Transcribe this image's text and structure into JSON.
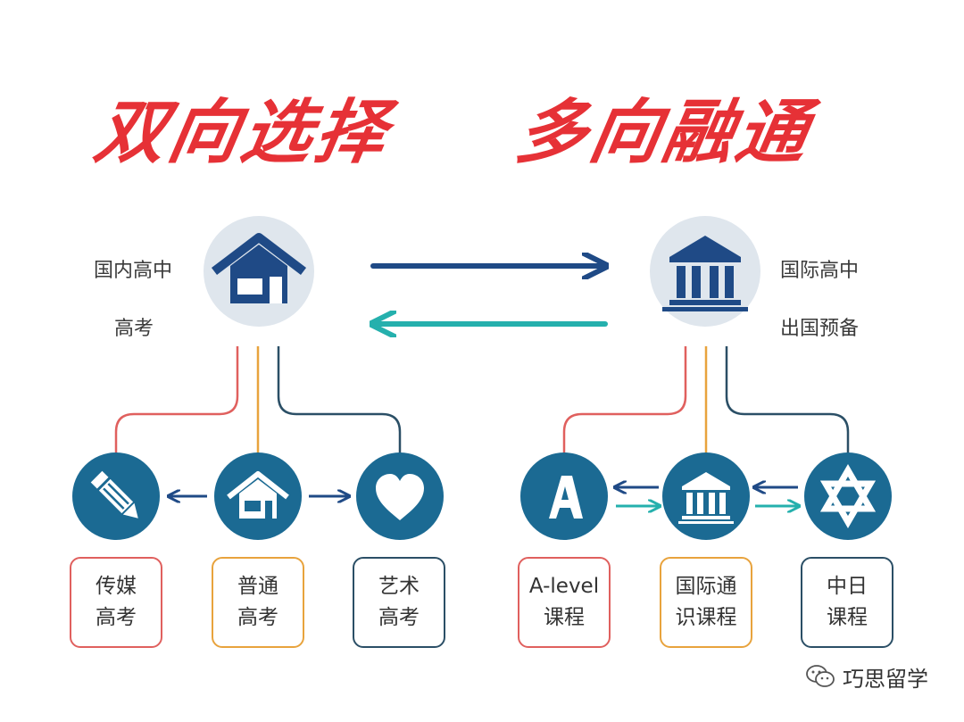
{
  "title": {
    "left": "双向选择",
    "right": "多向融通"
  },
  "domestic": {
    "label_top": "国内高中",
    "label_bottom": "高考",
    "icon": "house-icon"
  },
  "international": {
    "label_top": "国际高中",
    "label_bottom": "出国预备",
    "icon": "institution-icon"
  },
  "domestic_tracks": [
    {
      "line1": "传媒",
      "line2": "高考",
      "icon": "pencil-icon",
      "color": "#e0605e"
    },
    {
      "line1": "普通",
      "line2": "高考",
      "icon": "house-icon",
      "color": "#e8a33d"
    },
    {
      "line1": "艺术",
      "line2": "高考",
      "icon": "heart-icon",
      "color": "#2b4f66"
    }
  ],
  "international_tracks": [
    {
      "line1": "A-level",
      "line2": "课程",
      "icon": "letter-a-icon",
      "color": "#e0605e"
    },
    {
      "line1": "国际通",
      "line2": "识课程",
      "icon": "institution-icon",
      "color": "#e8a33d"
    },
    {
      "line1": "中日",
      "line2": "课程",
      "icon": "star-of-david-icon",
      "color": "#2b4f66"
    }
  ],
  "colors": {
    "accent_red": "#e63136",
    "navy": "#1f4a86",
    "teal": "#25b0ad",
    "circle_blue": "#1b6a93",
    "circle_light": "#dfe6ed",
    "line_red": "#e0605e",
    "line_orange": "#e8a33d",
    "line_navy": "#2b4f66"
  },
  "watermark": {
    "text": "巧思留学",
    "icon": "wechat-icon"
  }
}
